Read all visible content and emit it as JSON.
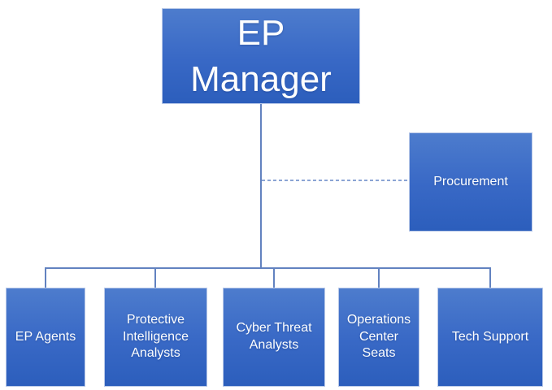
{
  "diagram": {
    "type": "org_chart",
    "root": {
      "label": "EP\nManager"
    },
    "assistant": {
      "label": "Procurement",
      "connector_style": "dashed"
    },
    "children": [
      {
        "label": "EP Agents"
      },
      {
        "label": "Protective\nIntelligence\nAnalysts"
      },
      {
        "label": "Cyber Threat\nAnalysts"
      },
      {
        "label": "Operations\nCenter\nSeats"
      },
      {
        "label": "Tech Support"
      }
    ],
    "colors": {
      "node_gradient_top": "#4d7ccd",
      "node_gradient_bottom": "#2c5ebc",
      "node_border": "#b9c9e8",
      "connector_solid": "#6282c0",
      "connector_dashed": "#8ba4d4",
      "label_text": "#ffffff",
      "background": "#ffffff"
    }
  }
}
